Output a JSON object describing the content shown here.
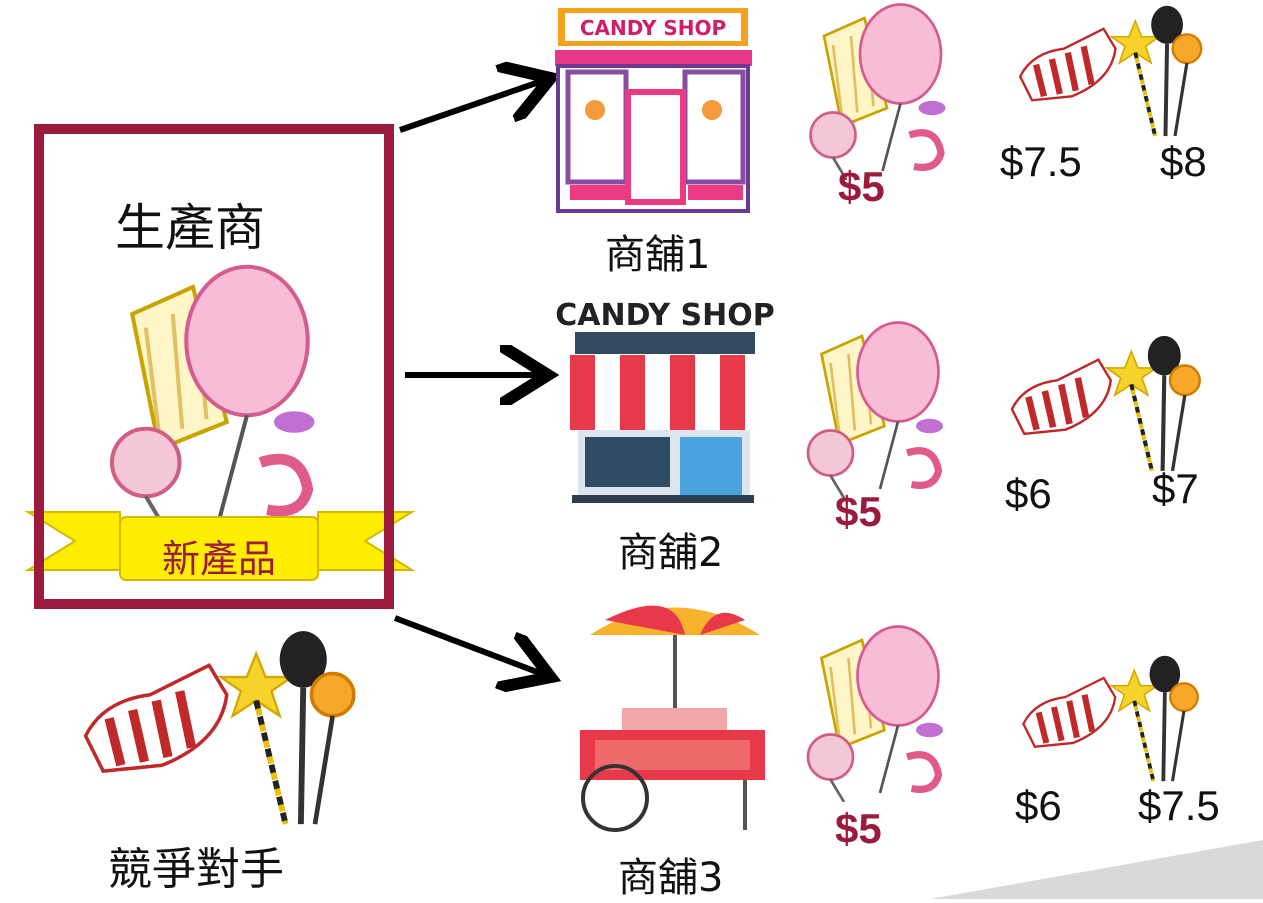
{
  "producer": {
    "title": "生產商",
    "ribbon": "新產品"
  },
  "competitor": {
    "label": "競爭對手"
  },
  "shops": [
    {
      "label": "商舖1",
      "sign": "CANDY SHOP",
      "new_price": "$5",
      "prices": [
        "$7.5",
        "$8"
      ]
    },
    {
      "label": "商舖2",
      "sign": "CANDY SHOP",
      "new_price": "$5",
      "prices": [
        "$6",
        "$7"
      ]
    },
    {
      "label": "商舖3",
      "new_price": "$5",
      "prices": [
        "$6",
        "$7.5"
      ]
    }
  ],
  "colors": {
    "accent": "#9b1b3c",
    "ribbon": "#ffee00",
    "arrow": "#000000"
  }
}
